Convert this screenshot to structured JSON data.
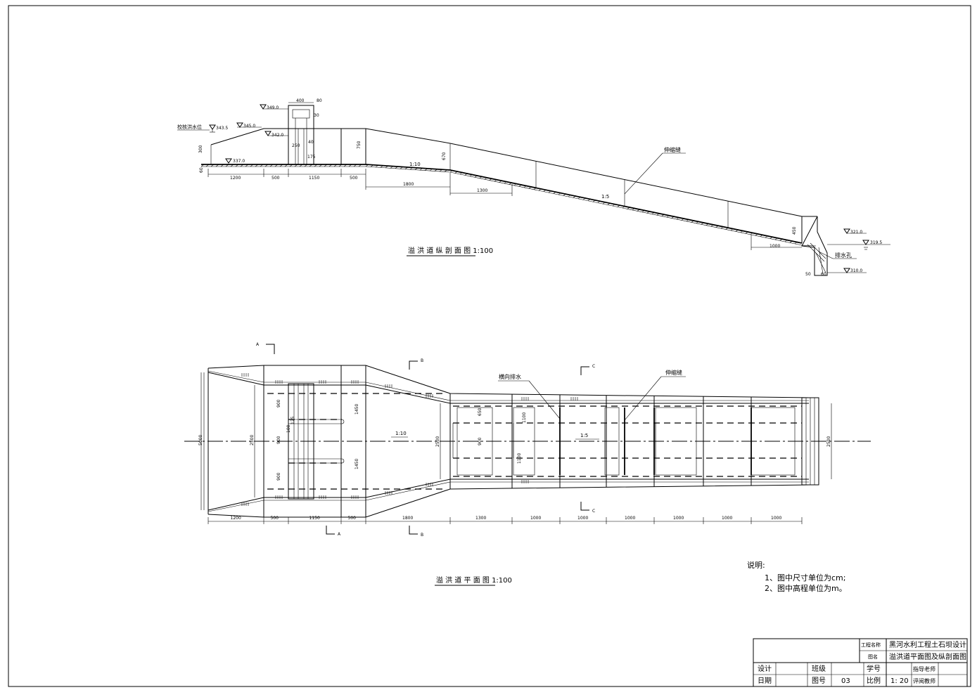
{
  "profile": {
    "title": "溢 洪 道 纵 剖 面 图 1:100",
    "elevations": {
      "check_flood_label": "校核洪水位",
      "e343": "343.5",
      "e345": "345.0",
      "e349": "349.0",
      "e342": "342.0",
      "e337": "337.0",
      "e321": "321.0",
      "e319": "319.5",
      "e310": "310.0"
    },
    "dims": {
      "d400": "400",
      "d80": "80",
      "d30": "30",
      "d40": "40",
      "d250": "250",
      "d175": "175",
      "d300": "300",
      "d60": "60",
      "d750": "750",
      "d670": "670",
      "d450": "450",
      "d1200": "1200",
      "d500a": "500",
      "d1150": "1150",
      "d500b": "500",
      "d1800": "1800",
      "d1300": "1300",
      "d1000": "1000",
      "d50": "50",
      "d60b": "60"
    },
    "slopes": {
      "s1": "1:10",
      "s2": "1:5"
    },
    "labels": {
      "joint": "伸缩缝",
      "drain_hole": "排水孔"
    }
  },
  "plan": {
    "title": "溢 洪 道 平 面 图 1:100",
    "sections": {
      "a": "A",
      "b": "B",
      "c": "C"
    },
    "labels": {
      "lateral_drain": "横向排水",
      "joint": "伸缩缝"
    },
    "slopes": {
      "s1": "1:10",
      "s2": "1:5"
    },
    "dims_v": {
      "w5000": "5000",
      "w2500": "2500",
      "w2500b": "2500",
      "w2500c": "2500",
      "v900a": "900",
      "v900b": "900",
      "v900c": "900",
      "v100": "100",
      "v125": "125",
      "v1450a": "1450",
      "v1450b": "1450",
      "v650": "650",
      "v900d": "900",
      "v1100a": "1100",
      "v1100b": "1100"
    },
    "dims_h": [
      "1200",
      "500",
      "1150",
      "500",
      "1800",
      "1300",
      "1000",
      "1000",
      "1000",
      "1000",
      "1000",
      "1000"
    ]
  },
  "notes": {
    "heading": "说明:",
    "items": [
      "1、图中尺寸单位为cm;",
      "2、图中高程单位为m。"
    ]
  },
  "titleblock": {
    "project_label": "工程名称",
    "project_value": "黑河水利工程土石坝设计",
    "drawing_label": "图名",
    "drawing_value": "溢洪道平面图及纵剖面图",
    "design": "设计",
    "class_label": "班级",
    "student_no": "学号",
    "advisor": "指导老师",
    "date": "日期",
    "sheet_label": "图号",
    "sheet_no": "03",
    "scale_label": "比例",
    "scale_value": "1: 20",
    "reviewer": "评阅教师"
  }
}
